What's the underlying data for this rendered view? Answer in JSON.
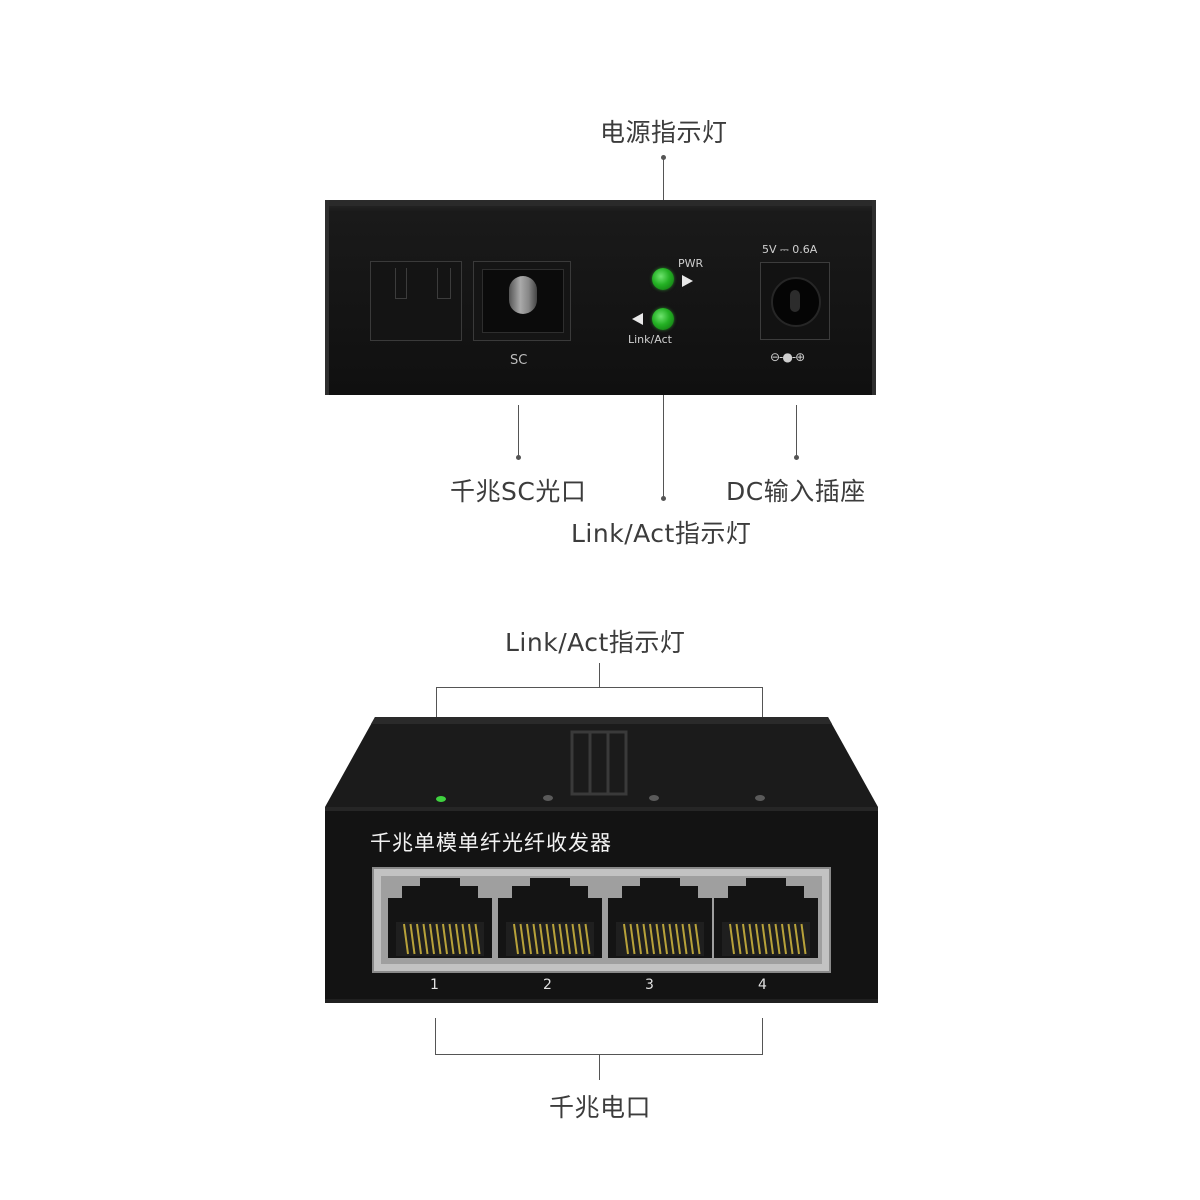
{
  "callouts": {
    "power_led": "电源指示灯",
    "sc_port": "千兆SC光口",
    "dc_input": "DC输入插座",
    "link_act_front": "Link/Act指示灯",
    "link_act_top": "Link/Act指示灯",
    "gigabit_ports": "千兆电口"
  },
  "front_panel": {
    "sc_label": "SC",
    "pwr_label": "PWR",
    "link_label": "Link/Act",
    "dc_spec": "5V ⎓ 0.6A",
    "dc_polarity": "⊖-●-⊕"
  },
  "device": {
    "model_label": "千兆单模单纤光纤收发器",
    "ports": [
      "1",
      "2",
      "3",
      "4"
    ]
  },
  "colors": {
    "led_green": "#24b124",
    "chassis": "#151515",
    "port_frame": "#b8b8b8",
    "contacts": "#b8a23a"
  }
}
